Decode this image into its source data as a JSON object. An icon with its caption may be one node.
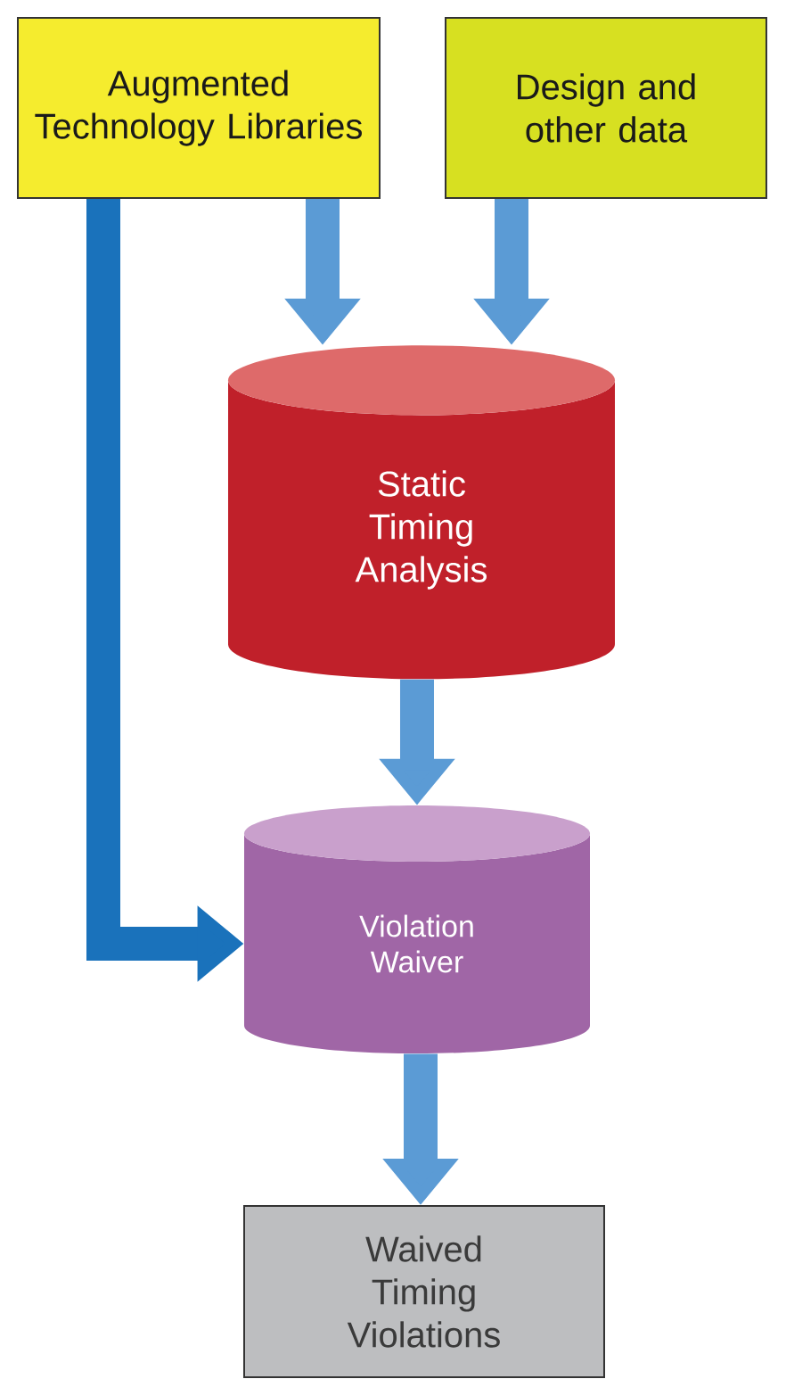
{
  "diagram": {
    "nodes": [
      {
        "text": [
          "Augmented Technology Libraries"
        ]
      },
      {
        "text": [
          "Design and other data"
        ]
      },
      {
        "text": [
          "Static Timing Analysis"
        ]
      },
      {
        "text": [
          "Violation Waiver"
        ]
      },
      {
        "text": [
          "Waived Timing Violations"
        ]
      }
    ],
    "edges": [
      {
        "from": 0,
        "to": 2,
        "arrow": "to"
      },
      {
        "from": 1,
        "to": 2,
        "arrow": "to"
      },
      {
        "from": 2,
        "to": 3,
        "arrow": "to"
      },
      {
        "from": 0,
        "to": 3,
        "arrow": "to",
        "color": "#1a72bb"
      },
      {
        "from": 3,
        "to": 4,
        "arrow": "to"
      }
    ]
  }
}
